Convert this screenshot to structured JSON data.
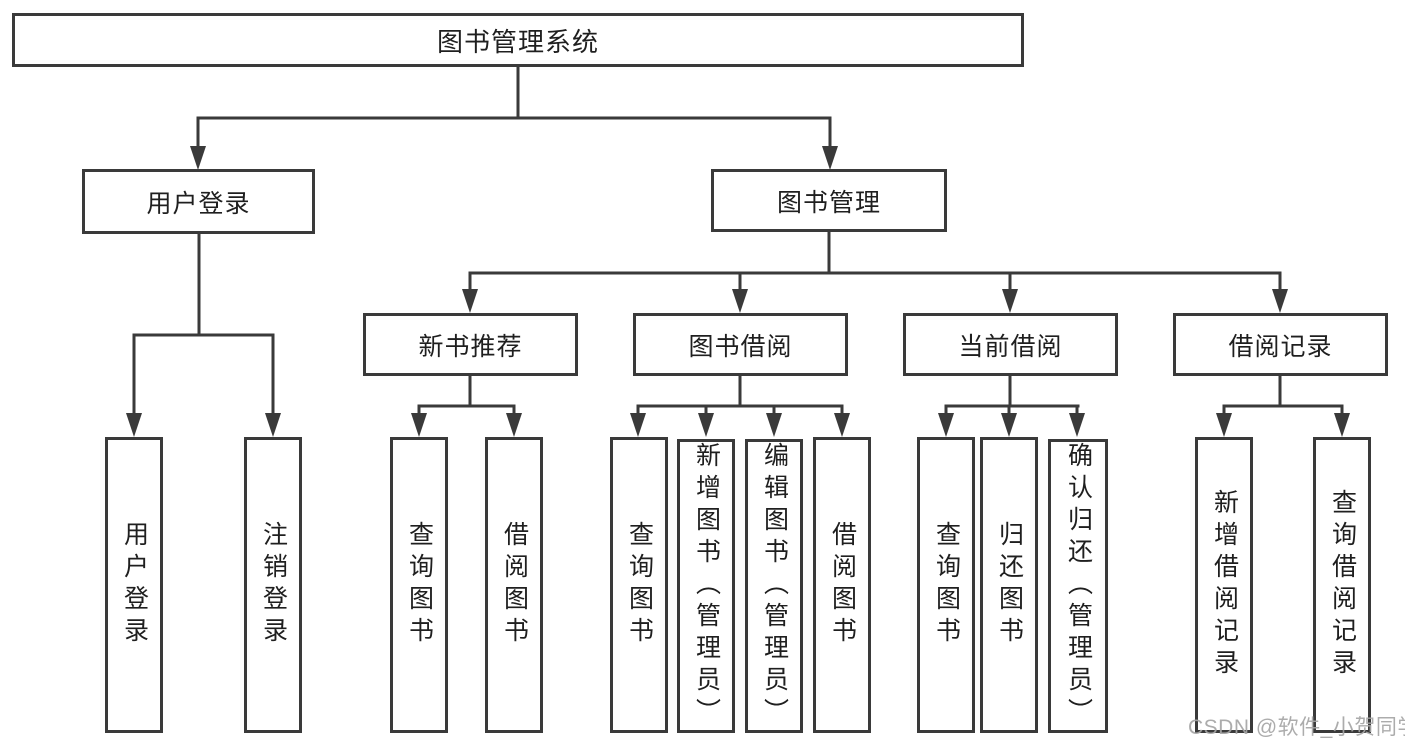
{
  "diagram_title": "图书管理系统",
  "nodes": {
    "root": {
      "label": "图书管理系统"
    },
    "userLogin": {
      "label": "用户登录"
    },
    "bookMgmt": {
      "label": "图书管理"
    },
    "newBookRec": {
      "label": "新书推荐"
    },
    "bookBorrow": {
      "label": "图书借阅"
    },
    "currentBorrow": {
      "label": "当前借阅"
    },
    "borrowRecords": {
      "label": "借阅记录"
    },
    "login": {
      "label": "用户登录"
    },
    "logout": {
      "label": "注销登录"
    },
    "nbQuery": {
      "label": "查询图书"
    },
    "nbBorrow": {
      "label": "借阅图书"
    },
    "bbQuery": {
      "label": "查询图书"
    },
    "bbAdd": {
      "label": "新增图书（管理员）"
    },
    "bbEdit": {
      "label": "编辑图书（管理员）"
    },
    "bbBorrow": {
      "label": "借阅图书"
    },
    "cbQuery": {
      "label": "查询图书"
    },
    "cbReturn": {
      "label": "归还图书"
    },
    "cbConfirm": {
      "label": "确认归还（管理员）"
    },
    "brAdd": {
      "label": "新增借阅记录"
    },
    "brQuery": {
      "label": "查询借阅记录"
    }
  },
  "hierarchy": {
    "root": [
      "userLogin",
      "bookMgmt"
    ],
    "userLogin": [
      "login",
      "logout"
    ],
    "bookMgmt": [
      "newBookRec",
      "bookBorrow",
      "currentBorrow",
      "borrowRecords"
    ],
    "newBookRec": [
      "nbQuery",
      "nbBorrow"
    ],
    "bookBorrow": [
      "bbQuery",
      "bbAdd",
      "bbEdit",
      "bbBorrow"
    ],
    "currentBorrow": [
      "cbQuery",
      "cbReturn",
      "cbConfirm"
    ],
    "borrowRecords": [
      "brAdd",
      "brQuery"
    ]
  },
  "watermark": "CSDN @软件_小贺同学",
  "colors": {
    "line": "#3a3a3a",
    "box_border": "#3a3a3a",
    "text": "#1f1f1f",
    "background": "#ffffff",
    "watermark": "#a6a6a6"
  }
}
